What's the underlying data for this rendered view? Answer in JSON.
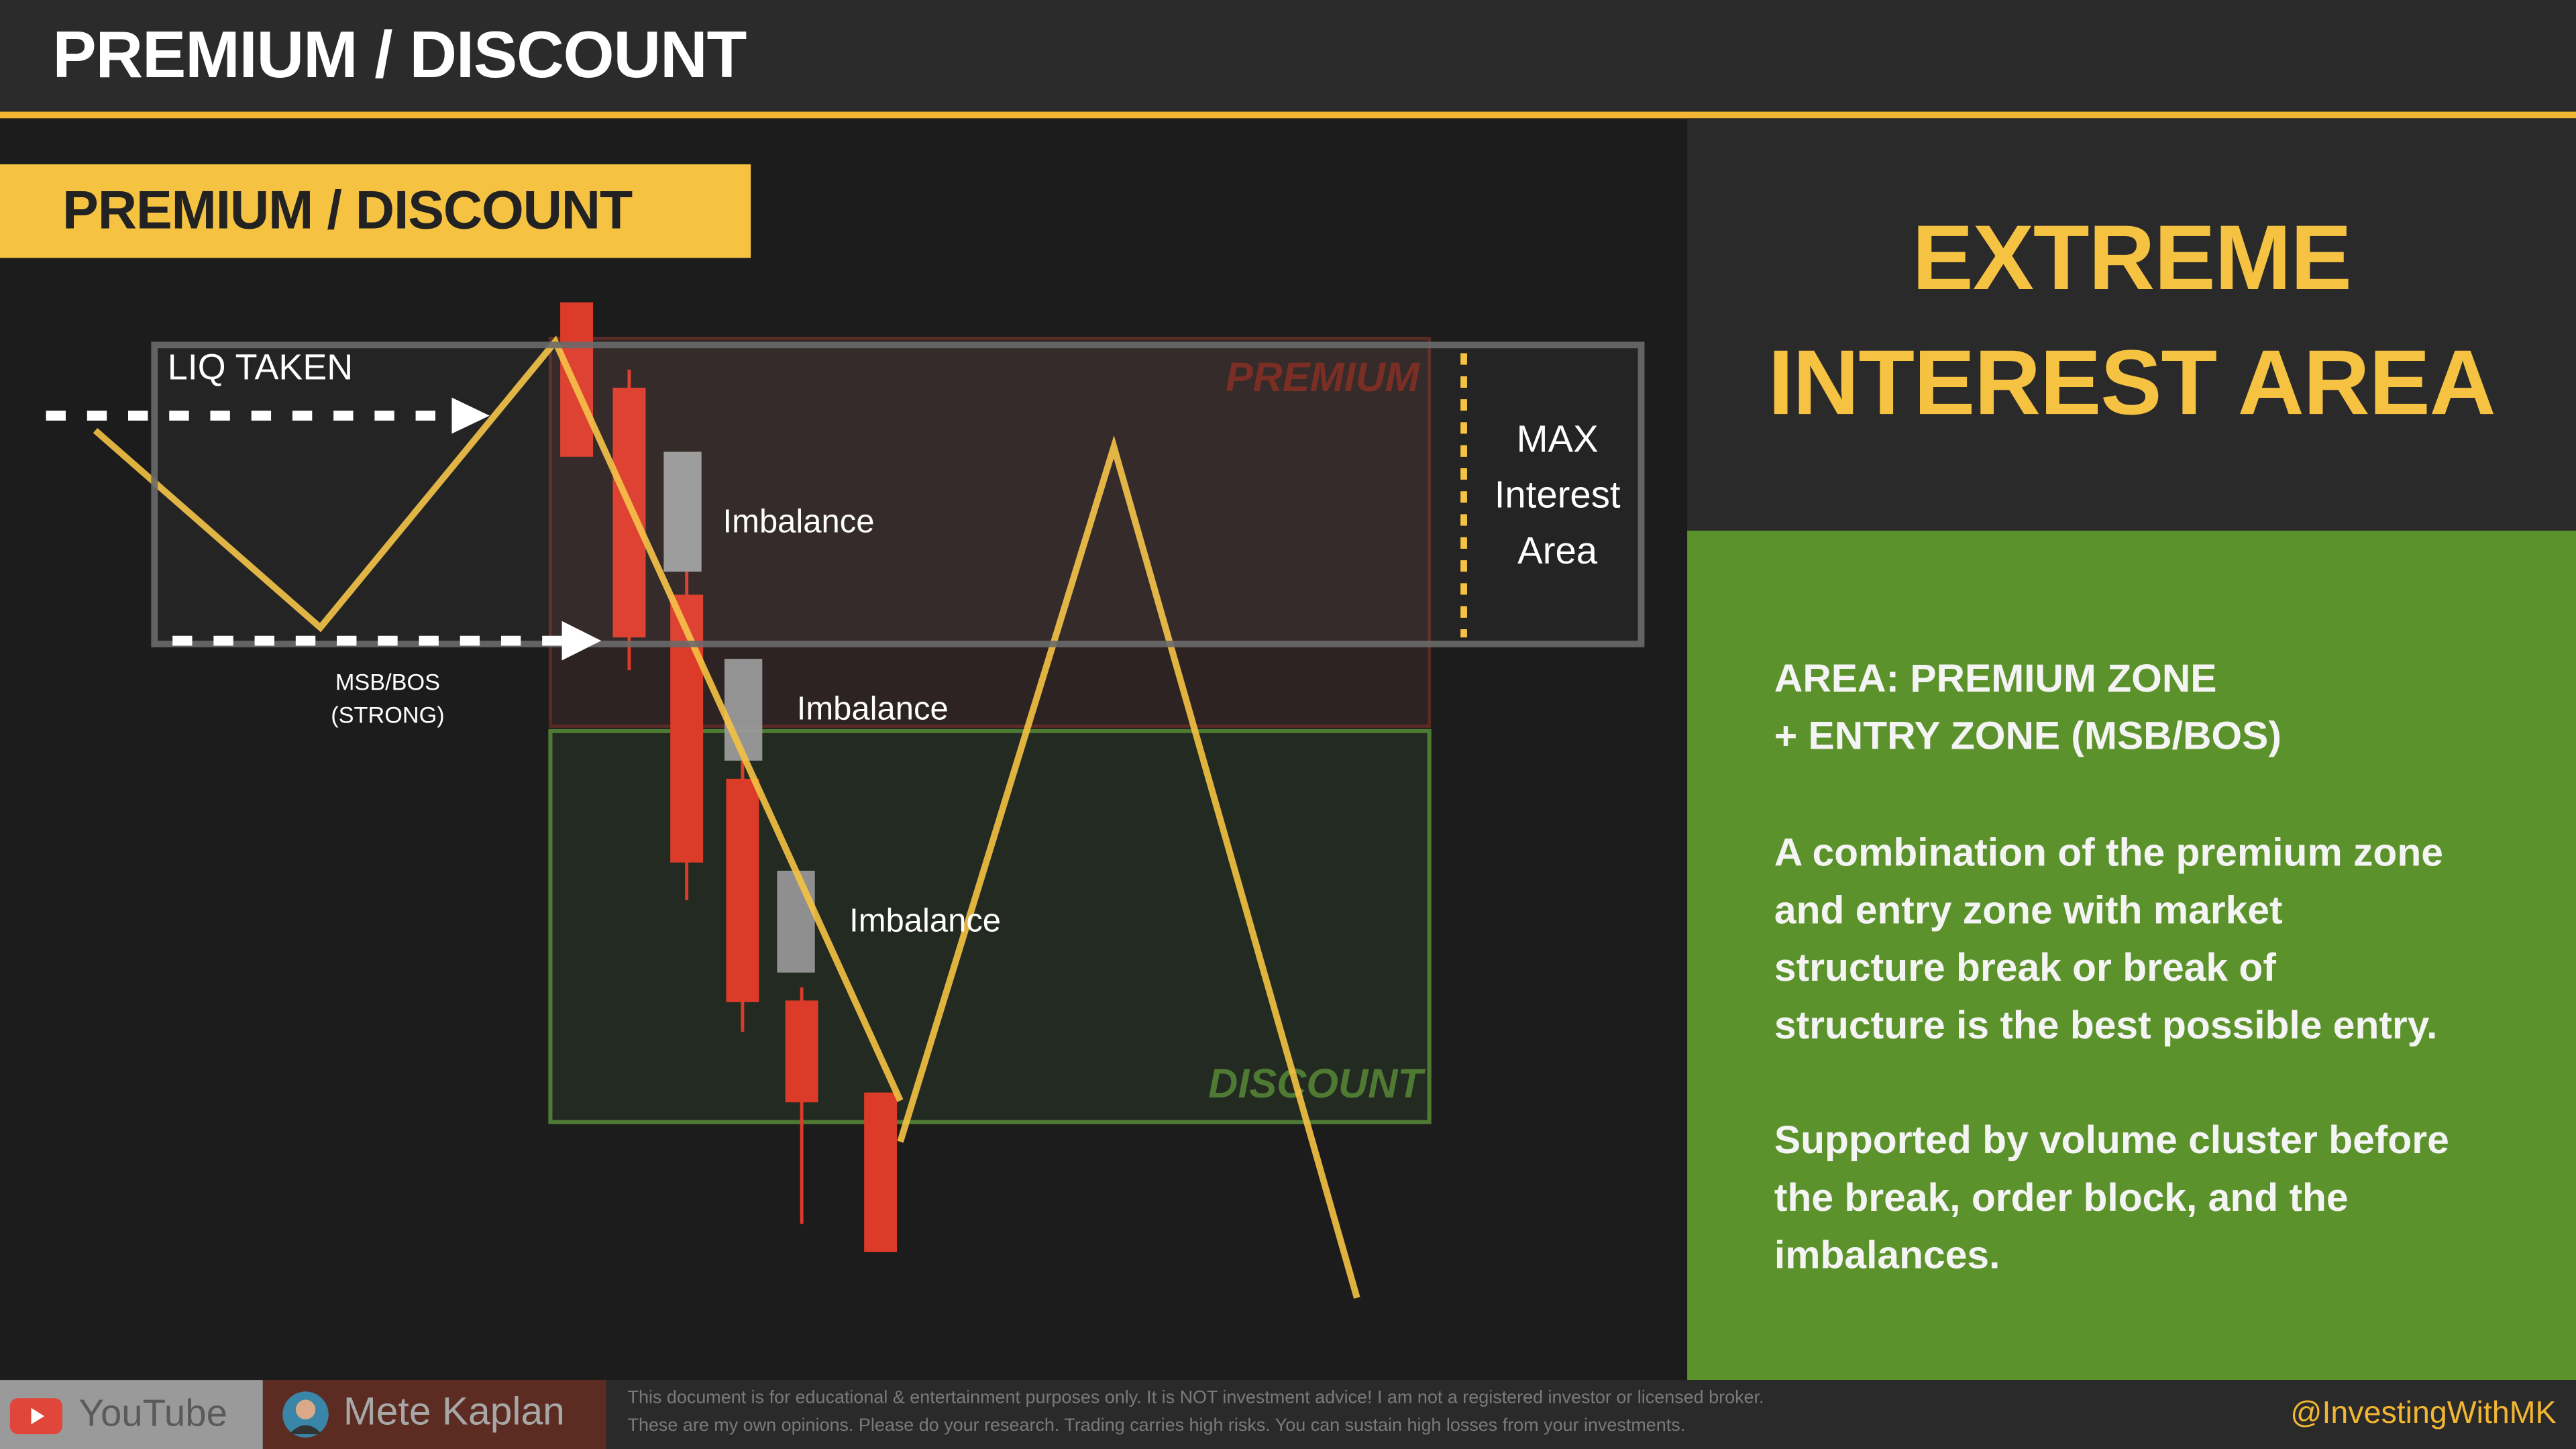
{
  "header": {
    "title": "PREMIUM / DISCOUNT"
  },
  "badge": {
    "label": "PREMIUM / DISCOUNT"
  },
  "diagram": {
    "liq_taken": "LIQ TAKEN",
    "msb_bos": "MSB/BOS",
    "strong": "(STRONG)",
    "premium": "PREMIUM",
    "discount": "DISCOUNT",
    "imbalance_labels": [
      "Imbalance",
      "Imbalance",
      "Imbalance"
    ],
    "max_interest": [
      "MAX",
      "Interest",
      "Area"
    ]
  },
  "right_panel": {
    "headline": [
      "EXTREME",
      "INTEREST AREA"
    ],
    "area_lines": [
      "AREA: PREMIUM ZONE",
      "+ ENTRY ZONE (MSB/BOS)"
    ],
    "para1": [
      "A combination of the premium zone",
      "and entry zone with market",
      "structure break or break of",
      "structure is the best possible entry."
    ],
    "para2": [
      "Supported by volume cluster before",
      "the break, order block, and the",
      "imbalances."
    ]
  },
  "footer": {
    "youtube": "YouTube",
    "author": "Mete Kaplan",
    "disclaimer": [
      "This document is for educational & entertainment purposes only. It is NOT investment advice! I am not a registered investor or licensed broker.",
      "These are my own opinions. Please do your research. Trading carries high risks. You can sustain high losses from your investments."
    ],
    "handle": "@InvestingWithMK"
  },
  "colors": {
    "accent": "#f5c242",
    "candle": "#dc3b2a",
    "imbalance": "#9a9a9a",
    "green": "#5c922c"
  }
}
